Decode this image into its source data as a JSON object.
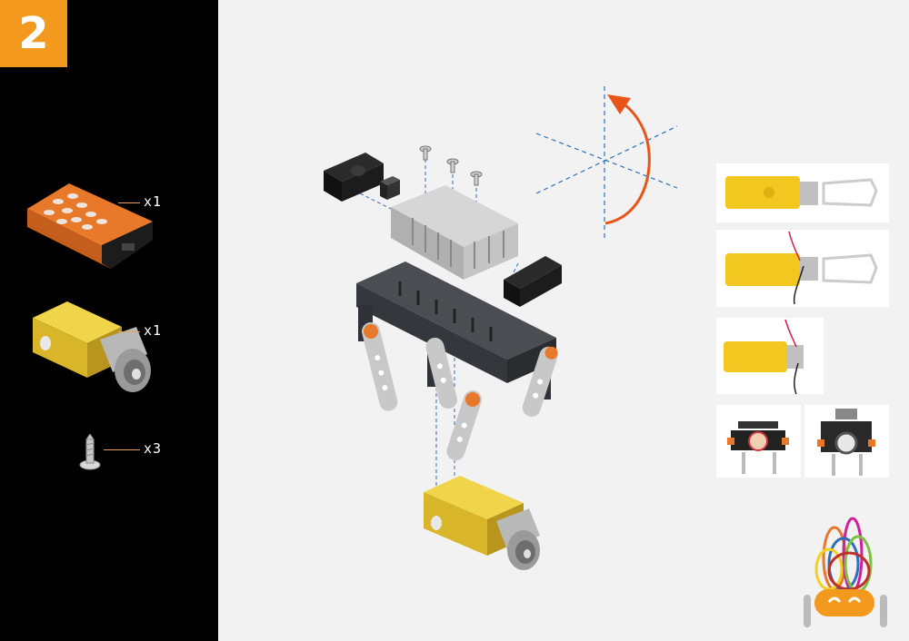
{
  "step": {
    "number": "2"
  },
  "parts": [
    {
      "icon": "battery-holder-icon",
      "quantity": "x1"
    },
    {
      "icon": "gear-motor-icon",
      "quantity": "x1"
    },
    {
      "icon": "screw-icon",
      "quantity": "x3"
    }
  ],
  "colors": {
    "panel": "#000000",
    "badge": "#f39a1e",
    "arrow": "#e8541a",
    "axis": "#2f6fb8",
    "motor_yellow": "#e8c42a",
    "frame_dark": "#3a3d42",
    "housing_gray": "#bdbdbd",
    "accent_orange": "#e8782a"
  },
  "icons": [
    "rotate-arrow-icon",
    "axis-guide-icon",
    "robot-mascot-icon"
  ]
}
